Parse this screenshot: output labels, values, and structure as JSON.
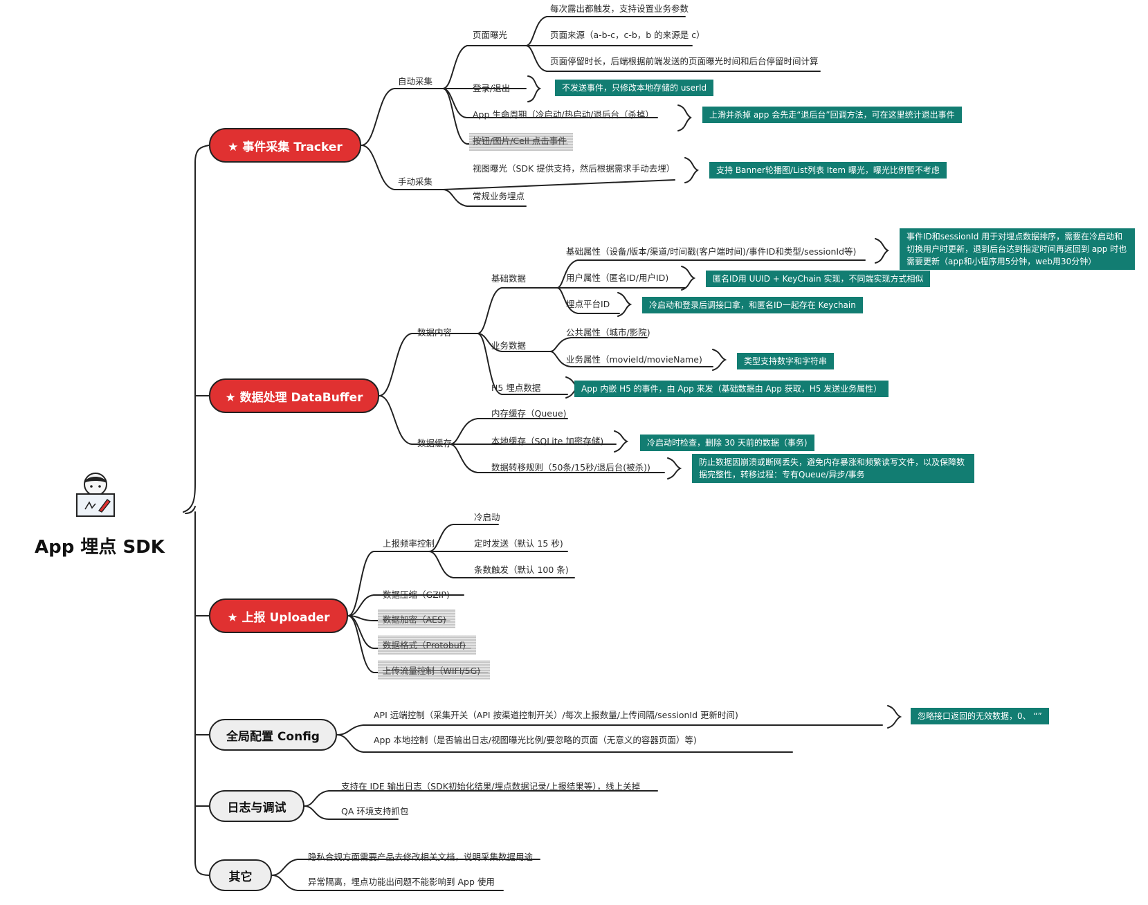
{
  "root": {
    "title": "App 埋点 SDK"
  },
  "colors": {
    "red": "#e03131",
    "teal": "#127d72",
    "gray": "#eeeeee",
    "line": "#222222"
  },
  "branches": {
    "tracker": {
      "title": "★ 事件采集 Tracker",
      "auto": {
        "label": "自动采集",
        "page_exposure": "页面曝光",
        "pe_1": "每次露出都触发，支持设置业务参数",
        "pe_2": "页面来源（a-b-c，c-b，b 的来源是 c）",
        "pe_3": "页面停留时长，后端根据前端发送的页面曝光时间和后台停留时间计算",
        "login": "登录/退出",
        "login_note": "不发送事件，只修改本地存储的 userId",
        "lifecycle": "App 生命周期（冷启动/热启动/退后台（杀掉）",
        "lifecycle_note": "上滑并杀掉 app 会先走“退后台”回调方法，可在这里统计退出事件",
        "click": "按钮/图片/Cell 点击事件"
      },
      "manual": {
        "label": "手动采集",
        "view_exposure": "视图曝光（SDK 提供支持，然后根据需求手动去埋）",
        "view_note": "支持 Banner轮播图/List列表 Item 曝光，曝光比例暂不考虑",
        "regular": "常规业务埋点"
      }
    },
    "databuffer": {
      "title": "★ 数据处理 DataBuffer",
      "content": {
        "label": "数据内容",
        "basic": "基础数据",
        "basic_attr": "基础属性（设备/版本/渠道/时间戳(客户端时间)/事件ID和类型/sessionId等)",
        "basic_note": "事件ID和sessionId 用于对埋点数据排序，需要在冷启动和切换用户时更新，退到后台达到指定时间再返回到 app 时也需要更新（app和小程序用5分钟，web用30分钟）",
        "user_attr": "用户属性（匿名ID/用户ID)",
        "user_note": "匿名ID用 UUID + KeyChain 实现，不同端实现方式相似",
        "platform_id": "埋点平台ID",
        "platform_note": "冷启动和登录后调接口拿，和匿名ID一起存在 Keychain",
        "biz": "业务数据",
        "public_attr": "公共属性（城市/影院)",
        "biz_attr": "业务属性（movieId/movieName)",
        "biz_note": "类型支持数字和字符串",
        "h5": "H5 埋点数据",
        "h5_note": "App 内嵌 H5 的事件，由 App 来发（基础数据由 App 获取，H5 发送业务属性）"
      },
      "cache": {
        "label": "数据缓存",
        "memory": "内存缓存（Queue)",
        "local": "本地缓存（SQLite 加密存储)",
        "local_note": "冷启动时检查，删除 30 天前的数据（事务)",
        "transfer": "数据转移规则（50条/15秒/退后台(被杀))",
        "transfer_note": "防止数据因崩溃或断网丢失，避免内存暴涨和频繁读写文件，以及保障数据完整性，转移过程：专有Queue/异步/事务"
      }
    },
    "uploader": {
      "title": "★ 上报 Uploader",
      "freq": "上报频率控制",
      "cold": "冷启动",
      "timer": "定时发送（默认 15 秒)",
      "count": "条数触发（默认 100 条)",
      "gzip": "数据压缩（GZIP)",
      "aes": "数据加密（AES)",
      "protobuf": "数据格式（Protobuf)",
      "traffic": "上传流量控制（WIFI/5G)"
    },
    "config": {
      "title": "全局配置 Config",
      "api": "API 远端控制（采集开关（API 按渠道控制开关）/每次上报数量/上传间隔/sessionId 更新时间)",
      "api_note": "忽略接口返回的无效数据，0、 “”",
      "local": "App 本地控制（是否输出日志/视图曝光比例/要忽略的页面（无意义的容器页面）等)"
    },
    "log": {
      "title": "日志与调试",
      "ide": "支持在 IDE 输出日志（SDK初始化结果/埋点数据记录/上报结果等），线上关掉",
      "qa": "QA 环境支持抓包"
    },
    "other": {
      "title": "其它",
      "privacy": "隐私合规方面需要产品去修改相关文档，说明采集数据用途",
      "isolation": "异常隔离，埋点功能出问题不能影响到 App 使用"
    }
  }
}
